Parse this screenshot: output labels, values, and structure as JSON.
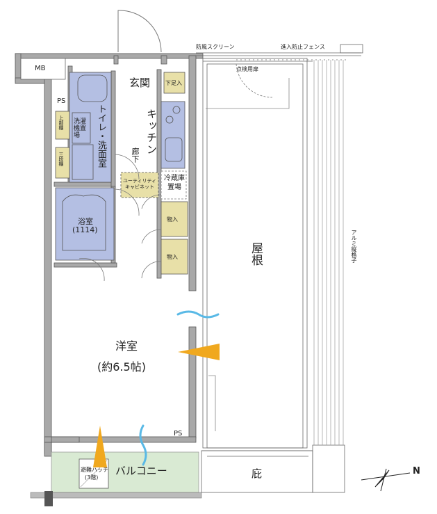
{
  "labels": {
    "mb": "MB",
    "ps_top": "PS",
    "ps_bottom": "PS",
    "genkan": "玄関",
    "shoe_storage": "下足入",
    "kitchen": "キッチン",
    "toilet_washroom": "トイレ・洗面室",
    "washer_space": "洗濯機置場",
    "upper_shelf": "上部棚",
    "three_shelves": "三段棚",
    "hallway": "廊下",
    "utility_cabinet": "ユーティリティキャビネット",
    "fridge_space": "冷蔵庫置場",
    "bathroom": "浴室",
    "bath_size": "(1114)",
    "storage_1": "物入",
    "storage_2": "物入",
    "western_room": "洋室",
    "room_size": "(約6.5帖)",
    "balcony": "バルコニー",
    "evac_hatch": "避難ハッチ",
    "evac_floor": "(3階)",
    "roof": "屋根",
    "eave": "庇",
    "wind_screen": "防風スクリーン",
    "intrusion_fence": "進入防止フェンス",
    "inspection_door": "点検用扉",
    "aluminum_lattice": "アルミ縦格子",
    "north": "N"
  },
  "colors": {
    "wall": "#a9a9a9",
    "wall_dark": "#6f6f6f",
    "wet_area": "#b4bfe3",
    "fixture": "#e8e0a8",
    "balcony": "#d9ead3",
    "arrow": "#f0a81e",
    "wind": "#59b9e6"
  }
}
